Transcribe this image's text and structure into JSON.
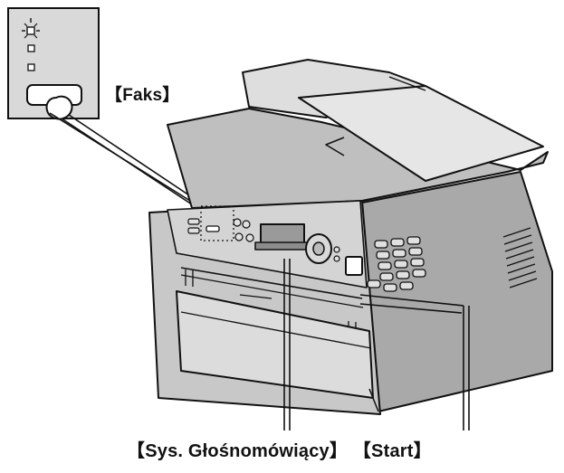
{
  "labels": {
    "faks": "【Faks】",
    "speakerphone": "【Sys. Głośnomówiący】",
    "start": "【Start】"
  },
  "colors": {
    "line": "#111111",
    "panel_fill": "#d9d9d9",
    "body_fill": "#c8c8c8",
    "body_shade": "#a9a9a9",
    "tray_fill": "#dedede",
    "screen_fill": "#9a9a9a"
  },
  "indicators": {
    "faks_led": "blinking"
  }
}
